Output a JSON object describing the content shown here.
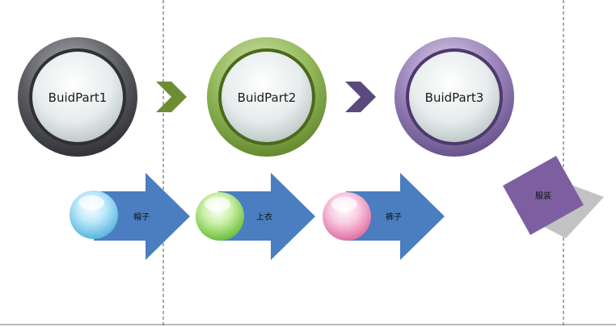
{
  "parts": [
    {
      "label": "BuidPart1",
      "color": "#4a4b50"
    },
    {
      "label": "BuidPart2",
      "color": "#8cb04f"
    },
    {
      "label": "BuidPart3",
      "color": "#8a73ab"
    }
  ],
  "chevrons": [
    {
      "color": "#6f8c32"
    },
    {
      "color": "#5b4a7d"
    }
  ],
  "items": [
    {
      "label": "帽子",
      "bubble_color": "#8fd4f0"
    },
    {
      "label": "上衣",
      "bubble_color": "#a9e07a"
    },
    {
      "label": "裤子",
      "bubble_color": "#f3a5c8"
    }
  ],
  "arrow_color": "#4a7ec0",
  "result": {
    "label": "服装",
    "color": "#7d5fa1"
  }
}
